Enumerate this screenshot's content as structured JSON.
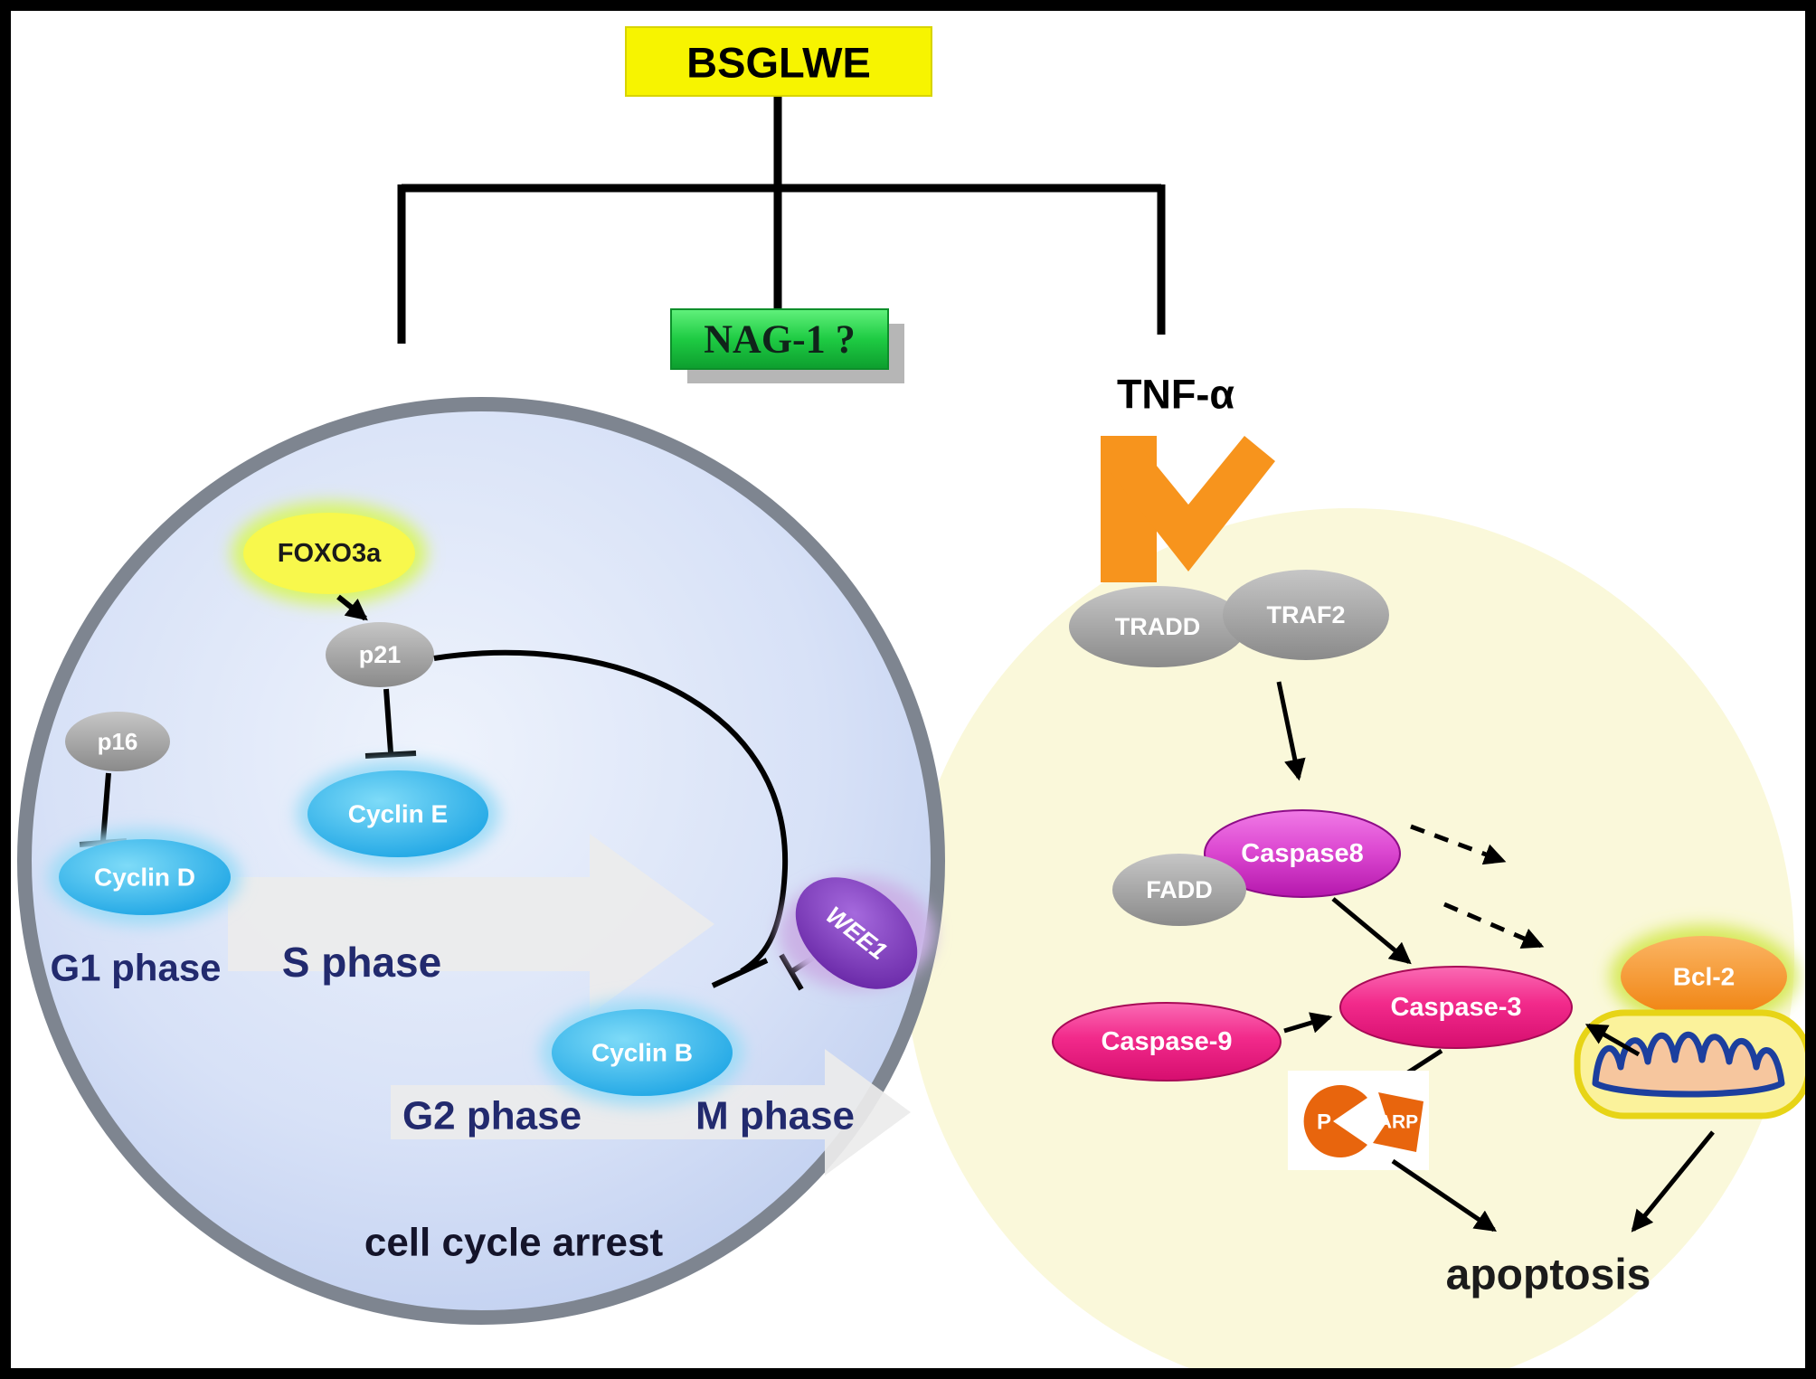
{
  "header": {
    "bsglwe": "BSGLWE",
    "nag1": "NAG-1 ?",
    "tnf_alpha": "TNF-α"
  },
  "cell_cycle": {
    "foxo3a": "FOXO3a",
    "p21": "p21",
    "p16": "p16",
    "cyclin_d": "Cyclin D",
    "cyclin_e": "Cyclin E",
    "cyclin_b": "Cyclin B",
    "wee1": "WEE1",
    "g1_phase": "G1 phase",
    "s_phase": "S phase",
    "g2_phase": "G2 phase",
    "m_phase": "M phase",
    "caption": "cell cycle arrest"
  },
  "apoptosis": {
    "tradd": "TRADD",
    "traf2": "TRAF2",
    "fadd": "FADD",
    "caspase8": "Caspase8",
    "caspase9": "Caspase-9",
    "caspase3": "Caspase-3",
    "bcl2": "Bcl-2",
    "parp_left": "P",
    "parp_right": "ARP",
    "caption": "apoptosis"
  },
  "colors": {
    "bsglwe_box": "#f7f400",
    "nag1_box": "#1ec943",
    "tnf_arrow_orange": "#f7941d",
    "cell_circle_fill": "#ccd9f3",
    "cell_circle_rim": "#7e8590",
    "apoptosis_circle_fill": "#faf8da",
    "cyclin_blue": "#18a5e6",
    "node_gray": "#9c9c9c",
    "caspase8_magenta": "#d63fd0",
    "caspase_pink": "#ee2a87",
    "wee1_purple": "#7a2fb5",
    "bcl2_orange": "#f7941d",
    "phase_text": "#222a6e"
  }
}
